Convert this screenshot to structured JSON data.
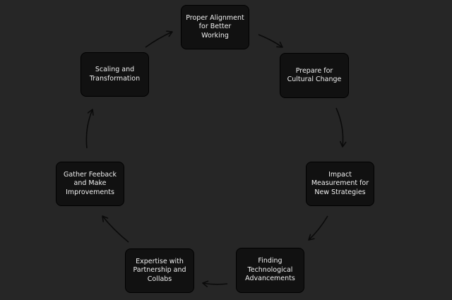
{
  "diagram": {
    "type": "cycle",
    "colors": {
      "background": "#262626",
      "node_fill": "#111111",
      "node_border": "#000000",
      "text": "#f0f0f0",
      "arrow": "#0a0a0a"
    },
    "nodes": [
      {
        "label": "Proper Alignment for Better Working"
      },
      {
        "label": "Prepare for Cultural Change"
      },
      {
        "label": "Impact Measurement for New Strategies"
      },
      {
        "label": "Finding Technological Advancements"
      },
      {
        "label": "Expertise with Partnership and Collabs"
      },
      {
        "label": "Gather Feeback and Make Improvements"
      },
      {
        "label": "Scaling and Transformation"
      }
    ]
  }
}
